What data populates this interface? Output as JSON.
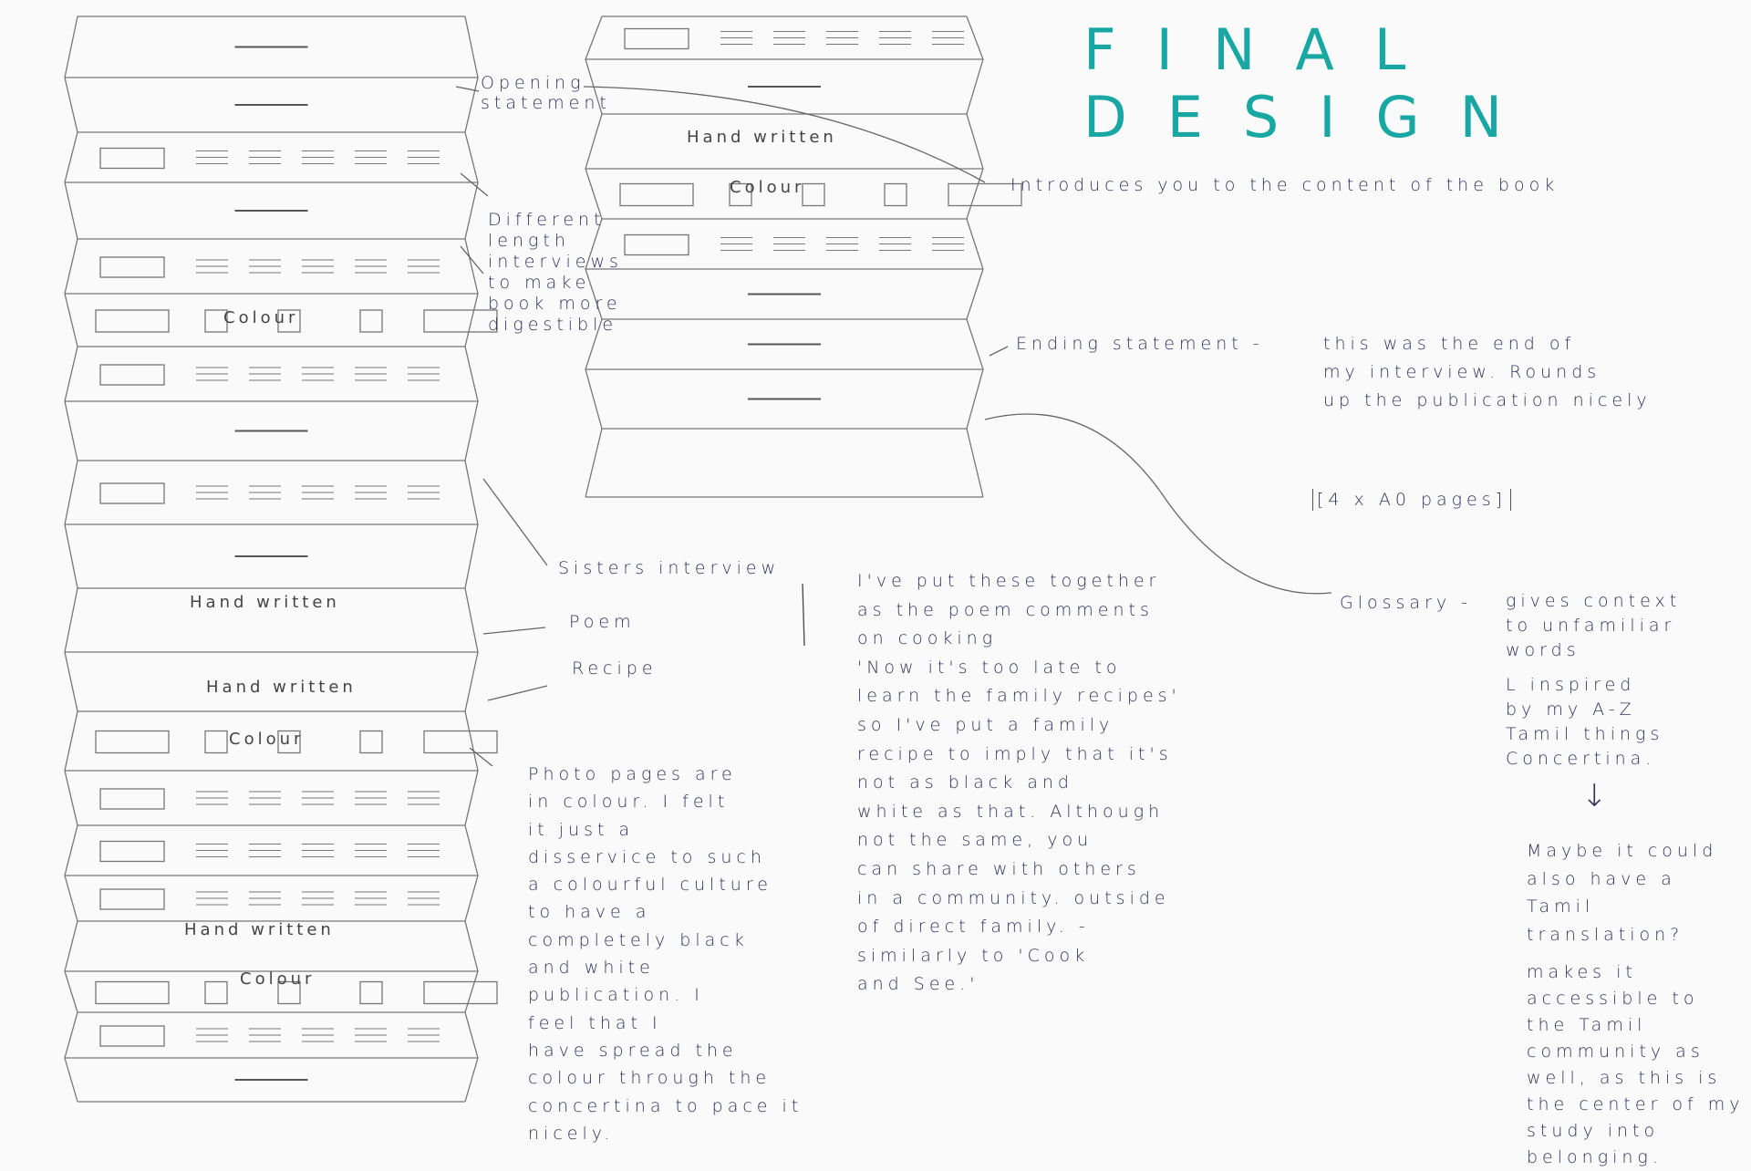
{
  "title": {
    "line1": "FINAL",
    "line2": "DESIGN",
    "color": "#19a7a3"
  },
  "ink_color": "#33335e",
  "annotations": {
    "opening": [
      "Opening",
      "statement"
    ],
    "different_length": [
      "Different",
      "length",
      "interviews",
      "to make",
      "book more",
      "digestible"
    ],
    "introduces": "Introduces you to the content of the book",
    "ending_label": "Ending statement  -",
    "ending_desc": [
      "this was the end of",
      "my interview. Rounds",
      "up the publication nicely"
    ],
    "pages": "[4 x A0 pages]",
    "sisters": "Sisters interview",
    "poem": "Poem",
    "recipe": "Recipe",
    "photo_pages": [
      "Photo pages are",
      "in colour. I felt",
      "it just a",
      "disservice to such",
      "a colourful culture",
      "to have a",
      "completely black",
      "and white",
      "publication. I",
      "feel that I",
      "have spread the",
      "colour through the",
      "concertina to pace it",
      "nicely."
    ],
    "poem_recipe_note": [
      "I've put these together",
      "as the poem comments",
      "on cooking",
      "'Now it's too late to",
      "learn the family recipes'",
      "so I've put a family",
      "recipe to imply that it's",
      "not as black and",
      "white as that. Although",
      "not the same, you",
      "can share with others",
      "in a community. outside",
      "of direct family. -",
      "similarly to 'Cook",
      "and See.'"
    ],
    "glossary_label": "Glossary  -",
    "glossary_desc": [
      "gives context",
      "to unfamiliar",
      "words"
    ],
    "inspired": [
      "L inspired",
      "  by my A-Z",
      "  Tamil things",
      "  Concertina."
    ],
    "arrow": "↓",
    "tamil_translation": [
      "Maybe it could",
      "also have a",
      "Tamil",
      "translation?"
    ],
    "accessible": [
      "makes it",
      "accessible to",
      "the Tamil",
      "community as",
      "well, as this is",
      "the center of my",
      "study into",
      "belonging."
    ]
  },
  "sketch_labels": {
    "middle_handwritten": "Hand written",
    "middle_colour": "Colour",
    "left_colour_1": "Colour",
    "left_handwritten_1": "Hand written",
    "left_handwritten_2": "Hand written",
    "left_colour_2": "Colour",
    "left_handwritten_3": "Hand written",
    "left_colour_3": "Colour"
  }
}
